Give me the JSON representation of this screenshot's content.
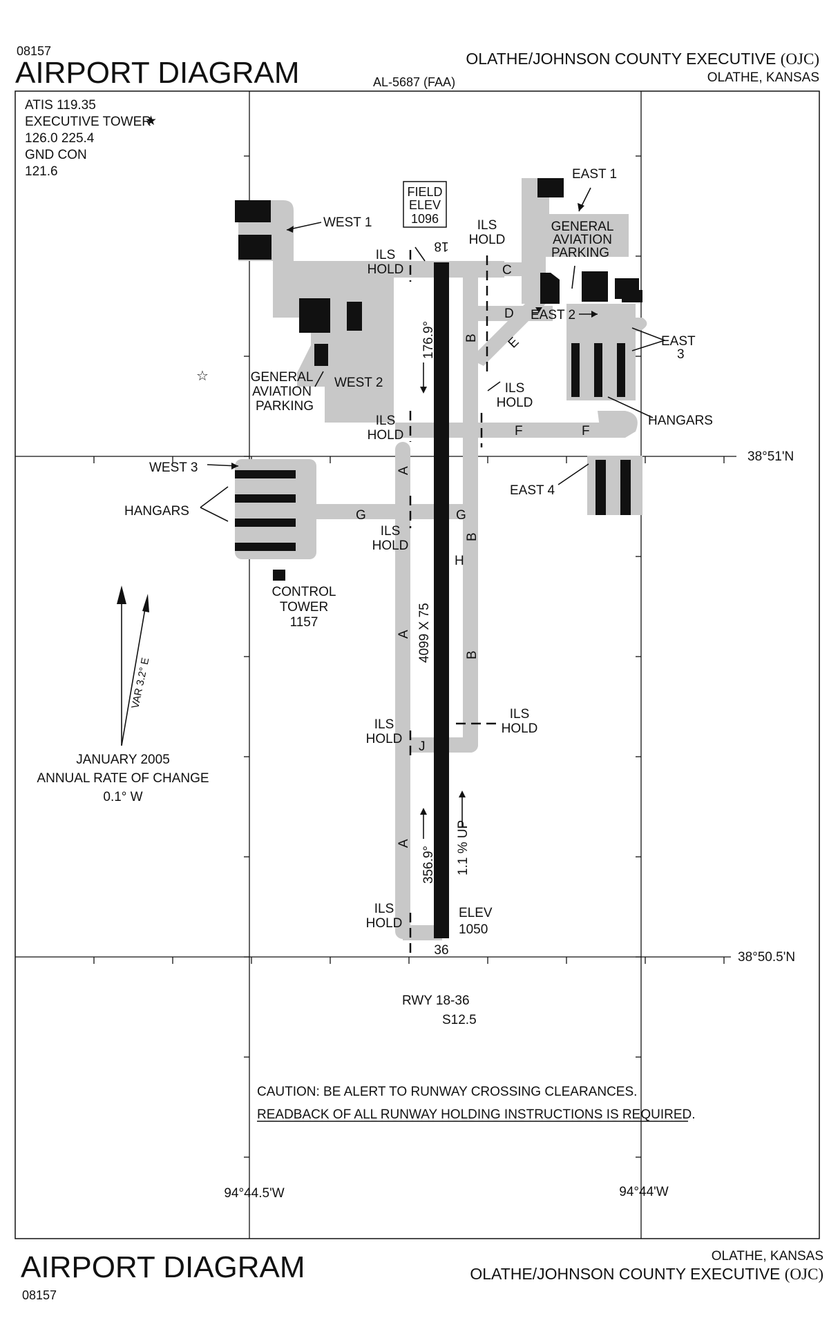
{
  "header": {
    "chart_number": "08157",
    "title": "AIRPORT DIAGRAM",
    "reference": "AL-5687 (FAA)",
    "airport_name": "OLATHE/JOHNSON COUNTY EXECUTIVE",
    "airport_id": "(OJC)",
    "city_state": "OLATHE, KANSAS"
  },
  "footer": {
    "title": "AIRPORT DIAGRAM",
    "chart_number": "08157",
    "city_state": "OLATHE, KANSAS",
    "airport_name": "OLATHE/JOHNSON COUNTY EXECUTIVE",
    "airport_id": "(OJC)"
  },
  "frequencies": {
    "atis": "ATIS  119.35",
    "tower_name": "EXECUTIVE TOWER",
    "tower_freqs": "126.0  225.4",
    "ground_name": "GND CON",
    "ground_freq": "121.6"
  },
  "field_elevation": {
    "line1": "FIELD",
    "line2": "ELEV",
    "value": "1096"
  },
  "runway": {
    "end_north": "18",
    "end_south": "36",
    "heading_north": "176.9°",
    "heading_south": "356.9°",
    "dimensions": "4099 X 75",
    "gradient": "1.1 % UP",
    "south_elev_label": "ELEV",
    "south_elev_value": "1050",
    "designation": "RWY  18-36",
    "strength": "S12.5"
  },
  "labels": {
    "ils_line1": "ILS",
    "ils_line2": "HOLD",
    "west1": "WEST 1",
    "west2": "WEST 2",
    "west3": "WEST 3",
    "east1": "EAST 1",
    "east2": "EAST 2",
    "east3_line1": "EAST",
    "east3_line2": "3",
    "east4": "EAST 4",
    "hangars": "HANGARS",
    "ga_line1": "GENERAL",
    "ga_line2": "AVIATION",
    "ga_line3": "PARKING",
    "control_tower_line1": "CONTROL",
    "control_tower_line2": "TOWER",
    "control_tower_elev": "1157"
  },
  "taxiways": {
    "a": "A",
    "b": "B",
    "c": "C",
    "d": "D",
    "e": "E",
    "f": "F",
    "g": "G",
    "h": "H",
    "j": "J"
  },
  "magnetic": {
    "variation": "VAR 3.2° E",
    "date": "JANUARY 2005",
    "rate_title": "ANNUAL RATE OF CHANGE",
    "rate_value": "0.1°  W"
  },
  "coordinates": {
    "lat_north": "38°51'N",
    "lat_south": "38°50.5'N",
    "lon_west": "94°44.5'W",
    "lon_east": "94°44'W"
  },
  "caution": {
    "line1": "CAUTION:  BE ALERT TO RUNWAY CROSSING CLEARANCES.",
    "line2": "READBACK OF ALL RUNWAY HOLDING INSTRUCTIONS IS REQUIRED."
  },
  "colors": {
    "pavement": "#c8c8c8",
    "runway": "#111111",
    "ink": "#111111",
    "background": "#ffffff"
  }
}
